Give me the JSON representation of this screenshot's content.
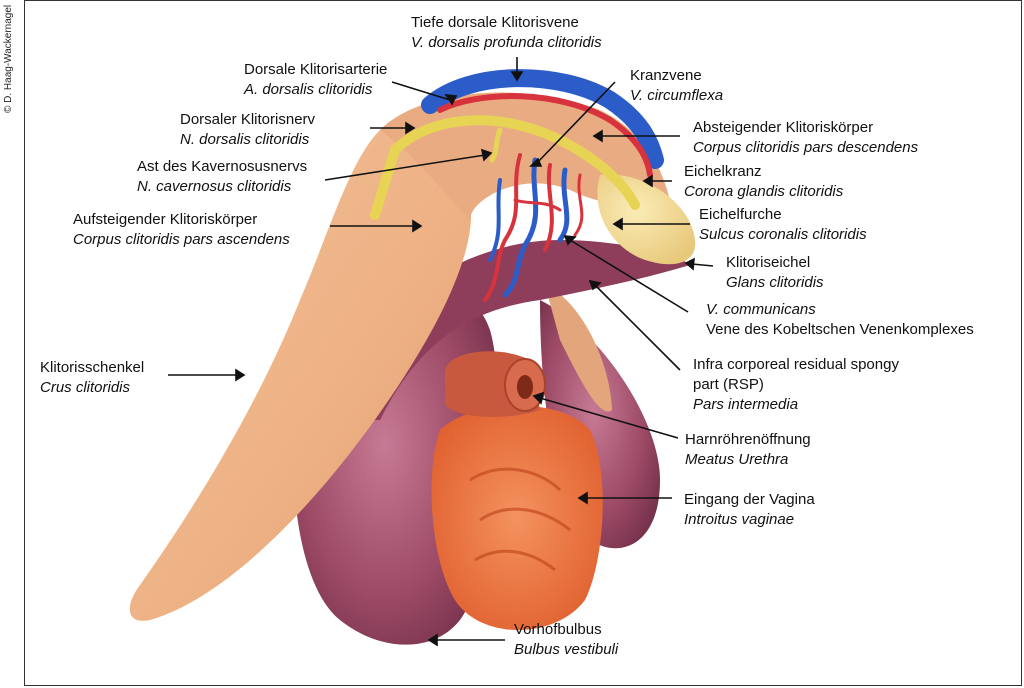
{
  "copyright": "© D. Haag-Wackernagel",
  "labels": {
    "tiefe_vene": {
      "de": "Tiefe dorsale Klitorisvene",
      "la": "V. dorsalis profunda clitoridis"
    },
    "arterie": {
      "de": "Dorsale Klitorisarterie",
      "la": "A. dorsalis clitoridis"
    },
    "nerv": {
      "de": "Dorsaler Klitorisnerv",
      "la": "N. dorsalis clitoridis"
    },
    "kavernosus": {
      "de": "Ast des Kavernosusnervs",
      "la": "N. cavernosus clitoridis"
    },
    "aufsteigend": {
      "de": "Aufsteigender Klitoriskörper",
      "la": "Corpus clitoridis pars ascendens"
    },
    "schenkel": {
      "de": "Klitorisschenkel",
      "la": "Crus clitoridis"
    },
    "kranzvene": {
      "de": "Kranzvene",
      "la": "V. circumflexa"
    },
    "absteigend": {
      "de": "Absteigender Klitoriskörper",
      "la": "Corpus clitoridis pars descendens"
    },
    "eichelkranz": {
      "de": "Eichelkranz",
      "la": "Corona glandis clitoridis"
    },
    "eichelfurche": {
      "de": "Eichelfurche",
      "la": "Sulcus coronalis clitoridis"
    },
    "eichel": {
      "de": "Klitoriseichel",
      "la": "Glans clitoridis"
    },
    "communicans": {
      "la": "V. communicans",
      "de": "Vene des Kobeltschen Venenkomplexes"
    },
    "rsp": {
      "de1": "Infra corporeal residual spongy",
      "de2": "part (RSP)",
      "la": "Pars intermedia"
    },
    "harnroehre": {
      "de": "Harnröhrenöffnung",
      "la": "Meatus Urethra"
    },
    "vagina": {
      "de": "Eingang der Vagina",
      "la": "Introitus vaginae"
    },
    "bulbus": {
      "de": "Vorhofbulbus",
      "la": "Bulbus vestibuli"
    }
  },
  "colors": {
    "crus": "#EDB083",
    "glans": "#F3D98E",
    "bulbus": "#9C4A66",
    "vagina": "#F07A4A",
    "urethra": "#C8593F",
    "vein": "#2B5CC8",
    "artery": "#D8323C",
    "nerve": "#E8D454"
  }
}
